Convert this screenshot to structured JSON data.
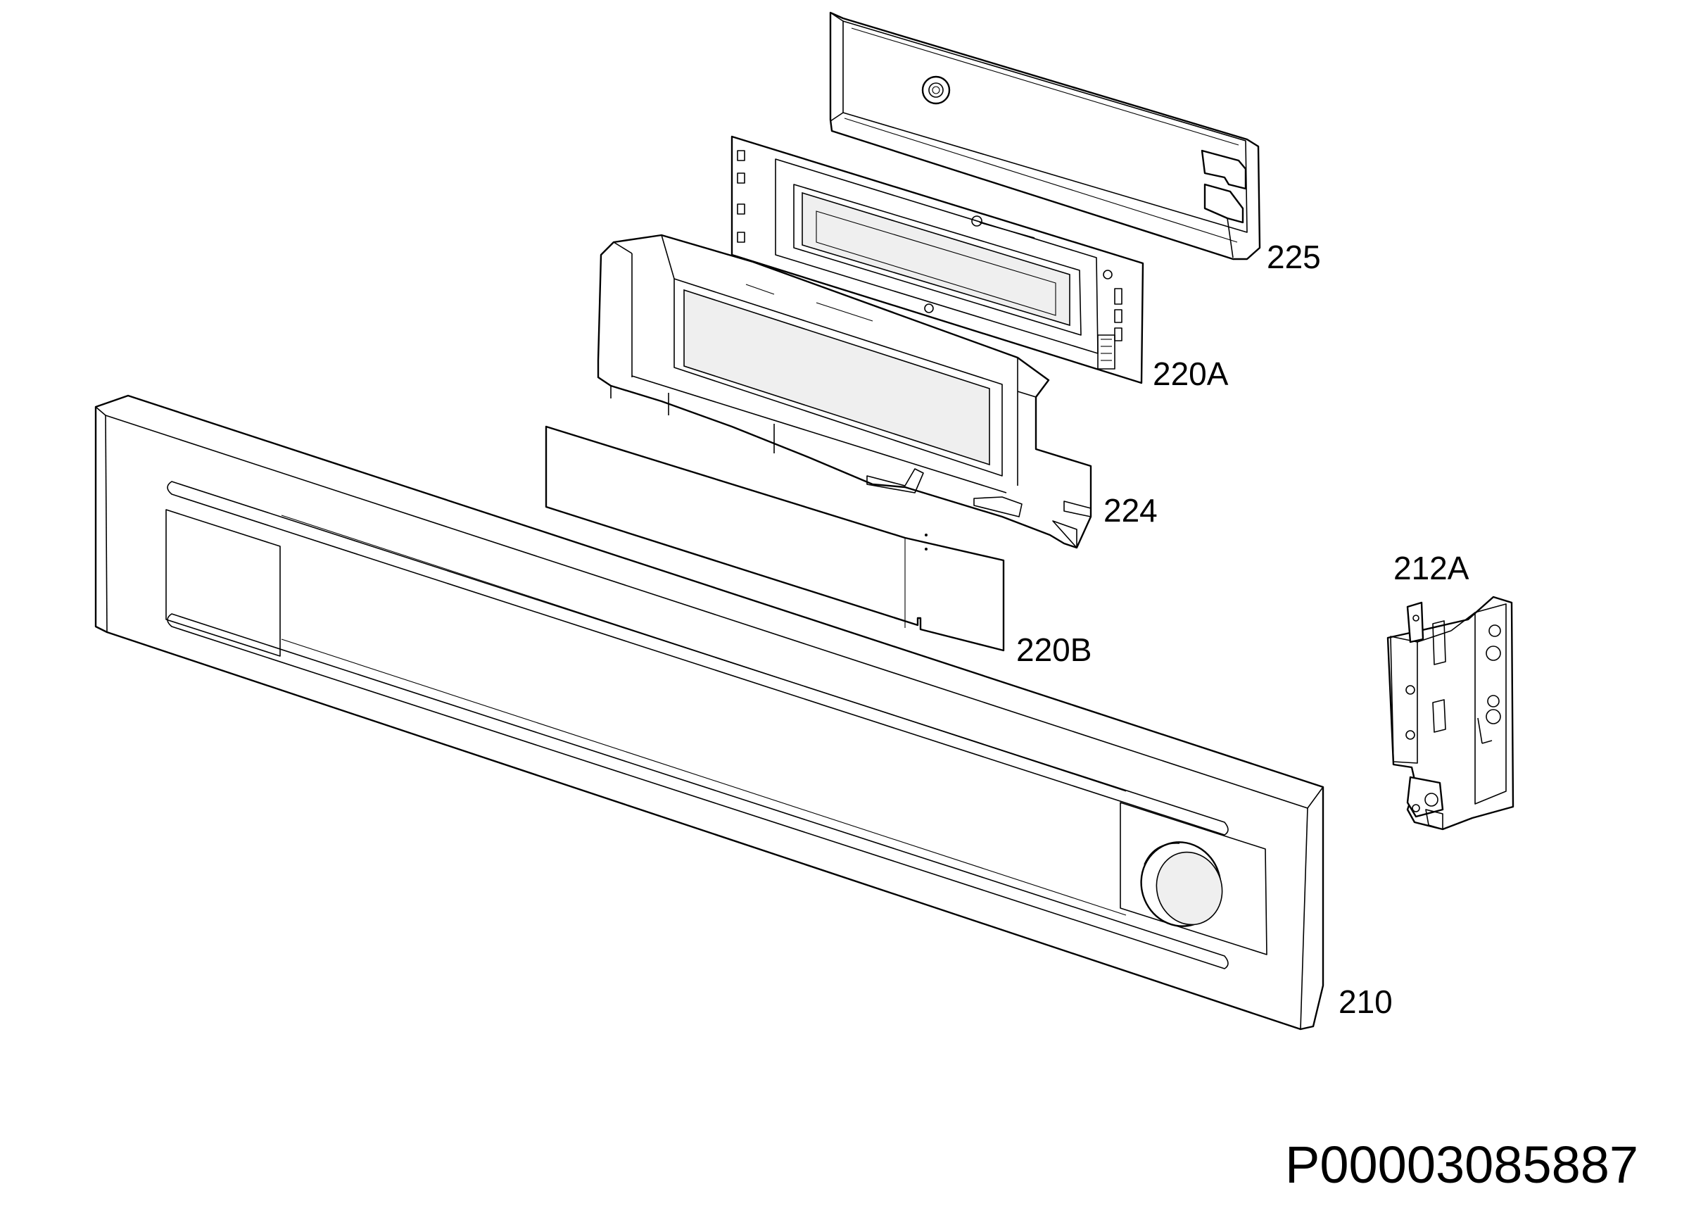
{
  "labels": {
    "part_225": "225",
    "part_220A": "220A",
    "part_224": "224",
    "part_220B": "220B",
    "part_212A": "212A",
    "part_210": "210"
  },
  "document_number": "P00003085887"
}
